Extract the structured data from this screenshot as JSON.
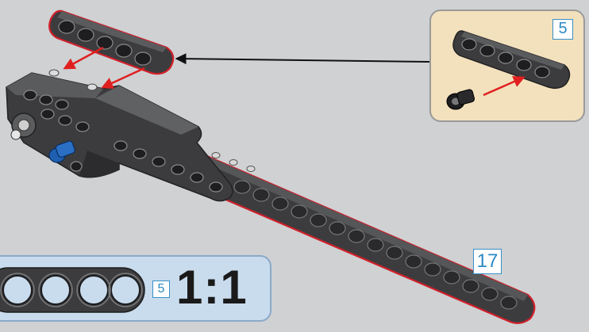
{
  "callout": {
    "part_count": "5"
  },
  "main_beam": {
    "part_count": "17"
  },
  "scale_panel": {
    "part_count": "5",
    "scale": "1:1"
  },
  "colors": {
    "background": "#cfd1d3",
    "beam": "#3c3c3e",
    "outline_red": "#d0202a",
    "arrow_red": "#e02020",
    "callout_bg": "#f3e1bd",
    "scale_bg": "#c9dcee",
    "pin_blue": "#1f5fb0",
    "number_blue": "#2b8bc4"
  }
}
